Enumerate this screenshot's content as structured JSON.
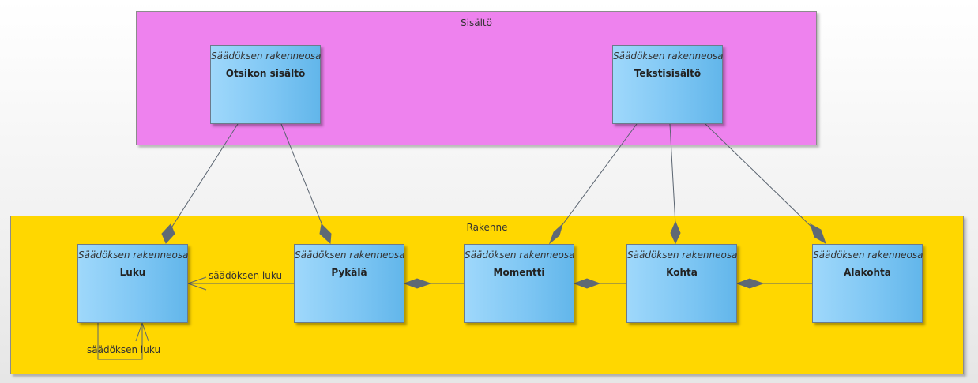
{
  "packages": {
    "content": {
      "title": "Sisältö",
      "color": "#ee82ee"
    },
    "structure": {
      "title": "Rakenne",
      "color": "#ffd700"
    }
  },
  "stereotype": "Säädöksen rakenneosa",
  "classes": {
    "otsikon_sisalto": "Otsikon sisältö",
    "tekstisisalto": "Tekstisisältö",
    "luku": "Luku",
    "pykala": "Pykälä",
    "momentti": "Momentti",
    "kohta": "Kohta",
    "alakohta": "Alakohta"
  },
  "associations": {
    "pykala_to_luku": "säädöksen luku",
    "luku_self": "säädöksen luku"
  },
  "colors": {
    "class_fill": "#7cc5f3",
    "line": "#5a6470"
  }
}
